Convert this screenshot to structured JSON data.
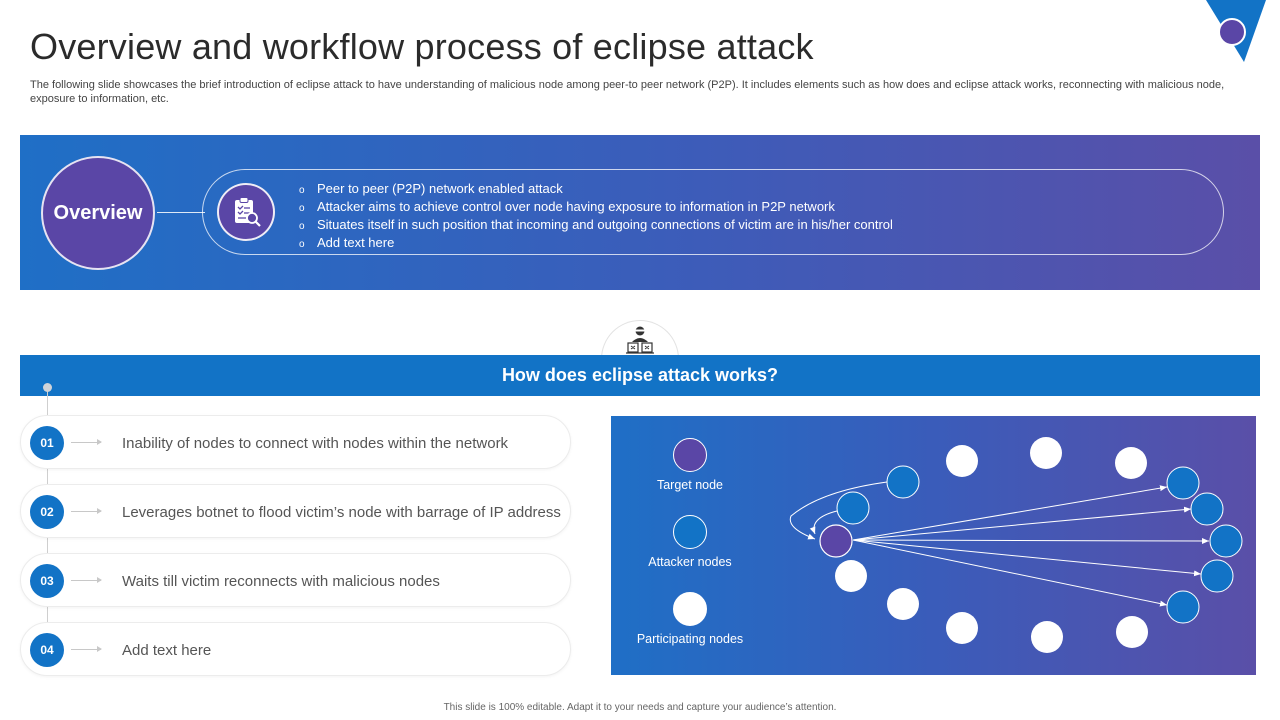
{
  "header": {
    "title": "Overview and workflow process of eclipse attack",
    "subtitle": "The following slide showcases the brief introduction of eclipse attack to have understanding of malicious node among peer-to peer network (P2P). It includes elements such as how does and eclipse attack works, reconnecting with malicious node, exposure to information, etc."
  },
  "overview": {
    "label": "Overview",
    "icon": "clipboard-search-icon",
    "points": [
      "Peer to peer (P2P) network enabled attack",
      "Attacker aims to achieve control over node having exposure to information in P2P network",
      "Situates itself in such position that incoming and outgoing connections of victim are in his/her control",
      "Add text here"
    ],
    "bullet": "o"
  },
  "how": {
    "title": "How does eclipse attack works?",
    "icon": "hacker-icon",
    "steps": [
      {
        "num": "01",
        "text": "Inability  of nodes to connect with nodes within the network"
      },
      {
        "num": "02",
        "text": "Leverages botnet to flood victim’s node with barrage of IP address"
      },
      {
        "num": "03",
        "text": "Waits till victim reconnects with malicious nodes"
      },
      {
        "num": "04",
        "text": "Add text here"
      }
    ]
  },
  "diagram": {
    "legend": {
      "target": "Target node",
      "attacker": "Attacker nodes",
      "participating": "Participating nodes"
    },
    "colors": {
      "target": "#5a46a6",
      "attacker": "#1273c6",
      "participating": "#ffffff"
    }
  },
  "footer": "This slide is 100% editable. Adapt it to your needs and capture your audience’s attention.",
  "colors": {
    "accent_blue": "#1273c6",
    "accent_purple": "#5a46a6"
  }
}
